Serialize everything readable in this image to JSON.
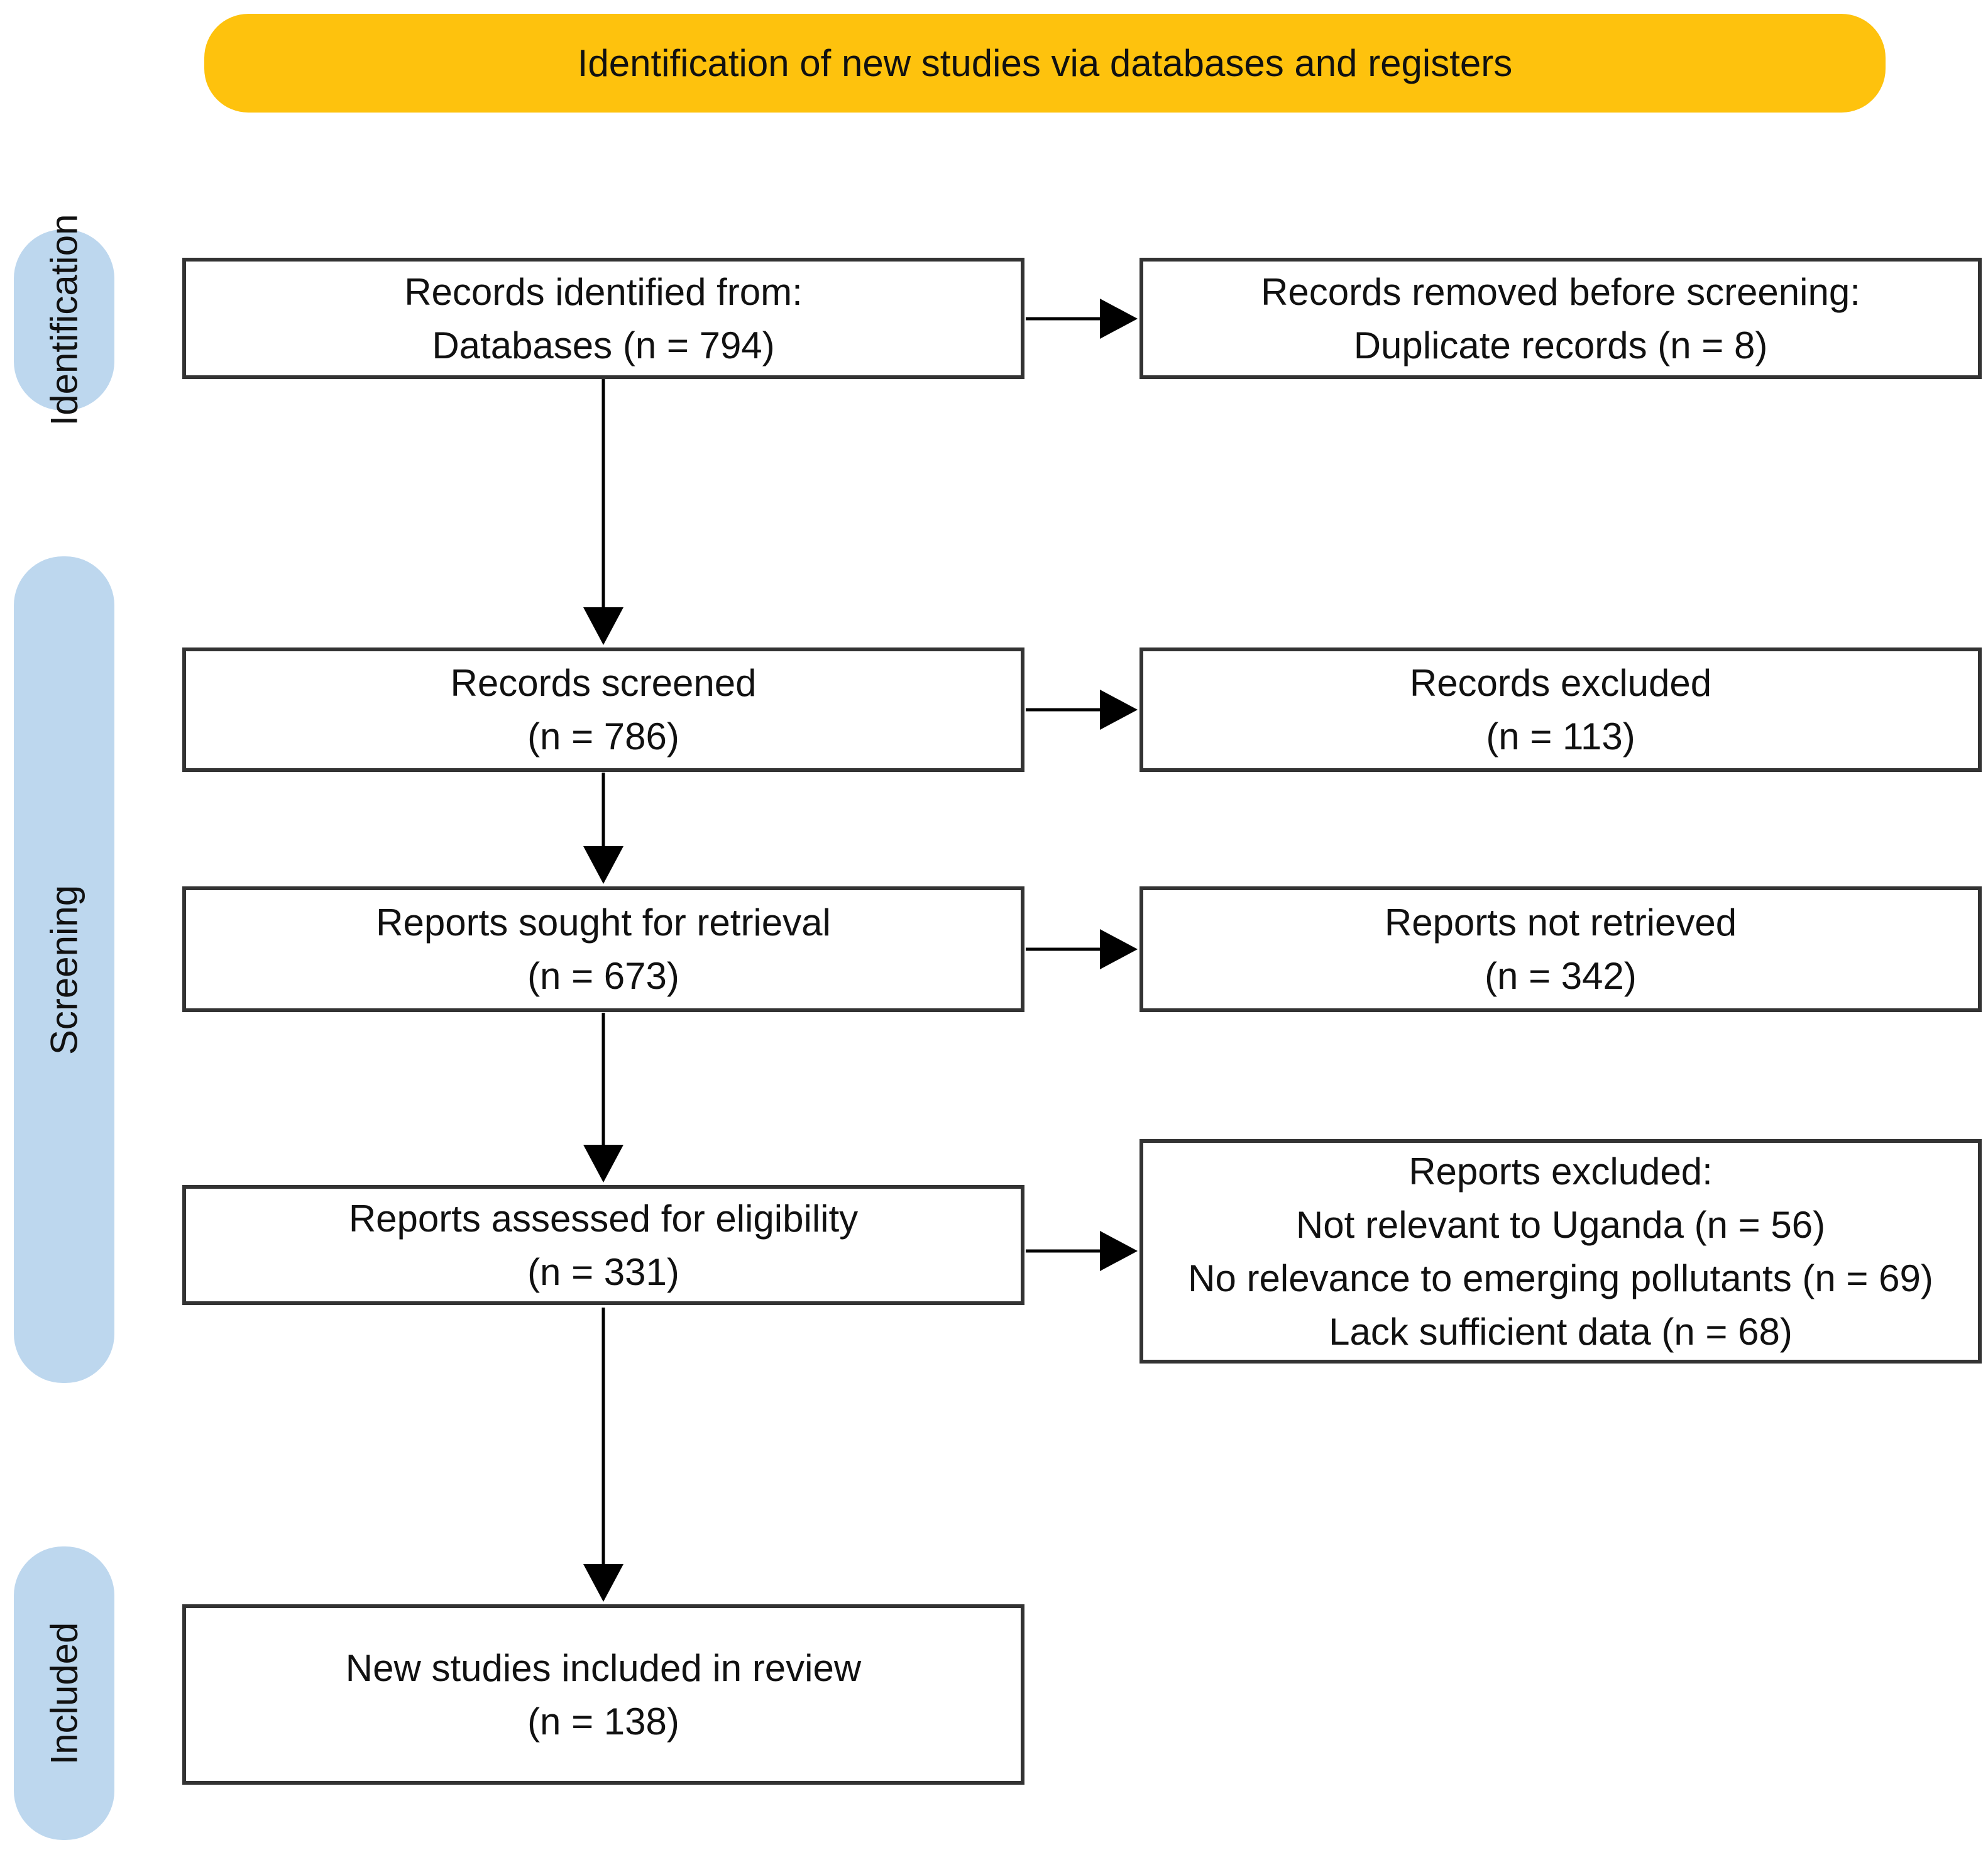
{
  "banner": {
    "label": "Identification of new studies via databases and registers"
  },
  "stages": [
    {
      "label": "Identification"
    },
    {
      "label": "Screening"
    },
    {
      "label": "Included"
    }
  ],
  "boxes": [
    {
      "id": "records-identified",
      "lines": [
        "Records identified from:",
        "Databases (n = 794)"
      ]
    },
    {
      "id": "records-removed",
      "lines": [
        "Records removed before screening:",
        "Duplicate records (n = 8)"
      ]
    },
    {
      "id": "records-screened",
      "lines": [
        "Records screened",
        "(n = 786)"
      ]
    },
    {
      "id": "records-excluded",
      "lines": [
        "Records excluded",
        "(n = 113)"
      ]
    },
    {
      "id": "reports-sought",
      "lines": [
        "Reports sought for retrieval",
        "(n = 673)"
      ]
    },
    {
      "id": "reports-not-retrieved",
      "lines": [
        "Reports not retrieved",
        "(n = 342)"
      ]
    },
    {
      "id": "reports-assessed",
      "lines": [
        "Reports assessed for eligibility",
        "(n = 331)"
      ]
    },
    {
      "id": "reports-excluded",
      "lines": [
        "Reports excluded:",
        "Not relevant to Uganda (n = 56)",
        "No relevance to emerging pollutants (n = 69)",
        "Lack sufficient data (n = 68)"
      ]
    },
    {
      "id": "new-studies-included",
      "lines": [
        "New studies included in review",
        "(n = 138)"
      ]
    }
  ],
  "colors": {
    "banner-bg": "#FEC20D",
    "stage-bg": "#BDD7EE",
    "box-border": "#333333",
    "line-color": "#000000"
  }
}
